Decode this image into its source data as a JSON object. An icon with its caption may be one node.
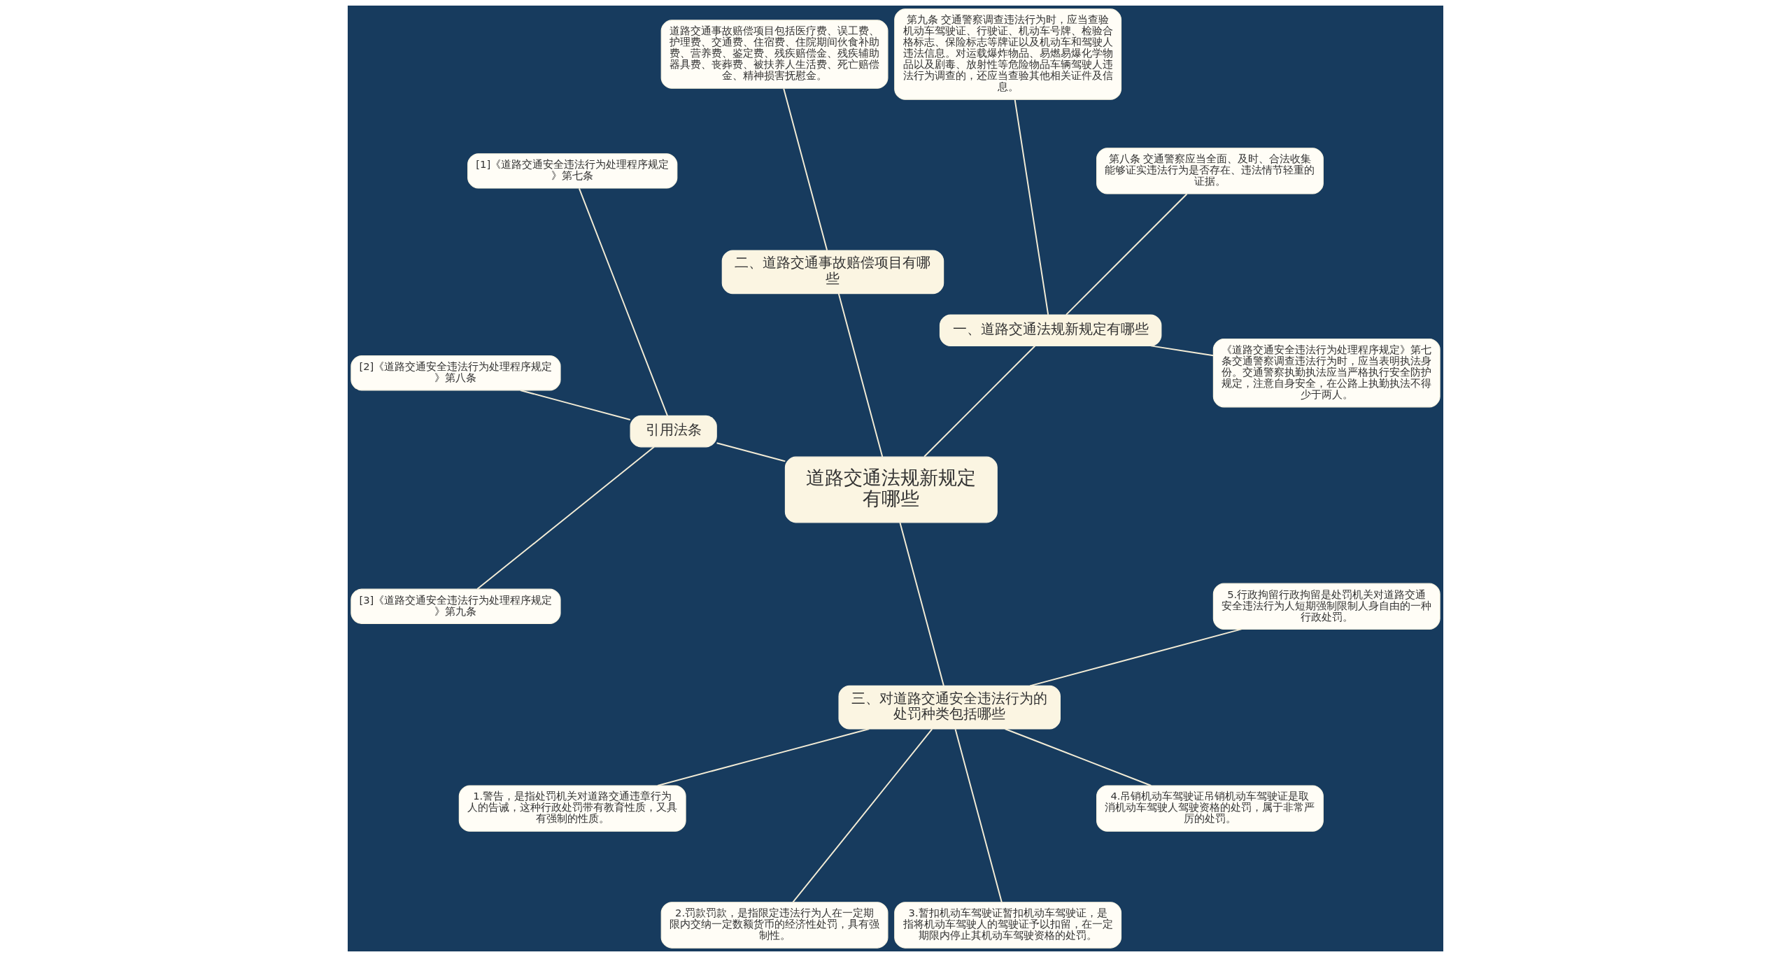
{
  "diagram": {
    "nodes": [
      {
        "text": [
          "道路交通法规新规定有哪些"
        ]
      },
      {
        "text": [
          "一、道路交通法规新规定有哪些"
        ]
      },
      {
        "text": [
          "《道路交通安全违法行为处理程序规定》第七条交通警察调查违法行为时，应当表明执法身份。交通警察执勤执法应当严格执行安全防护规定，注意自身安全，在公路上执勤执法不得少于两人。"
        ]
      },
      {
        "text": [
          "第八条 交通警察应当全面、及时、合法收集能够证实违法行为是否存在、违法情节轻重的证据。"
        ]
      },
      {
        "text": [
          "第九条 交通警察调查违法行为时，应当查验机动车驾驶证、行驶证、机动车号牌、检验合格标志、保险标志等牌证以及机动车和驾驶人违法信息。对运载爆炸物品、易燃易爆化学物品以及剧毒、放射性等危险物品车辆驾驶人违法行为调查的，还应当查验其他相关证件及信息。"
        ]
      },
      {
        "text": [
          "二、道路交通事故赔偿项目有哪些"
        ]
      },
      {
        "text": [
          "道路交通事故赔偿项目包括医疗费、误工费、护理费、交通费、住宿费、住院期间伙食补助费、营养费、鉴定费、残疾赔偿金、残疾辅助器具费、丧葬费、被扶养人生活费、死亡赔偿金、精神损害抚慰金。"
        ]
      },
      {
        "text": [
          "引用法条"
        ]
      },
      {
        "text": [
          "[1]《道路交通安全违法行为处理程序规定》第七条"
        ]
      },
      {
        "text": [
          "[2]《道路交通安全违法行为处理程序规定》第八条"
        ]
      },
      {
        "text": [
          "[3]《道路交通安全违法行为处理程序规定》第九条"
        ]
      },
      {
        "text": [
          "三、对道路交通安全违法行为的处罚种类包括哪些"
        ]
      },
      {
        "text": [
          "1.警告，是指处罚机关对道路交通违章行为人的告诫，这种行政处罚带有教育性质，又具有强制的性质。"
        ]
      },
      {
        "text": [
          "2.罚款罚款，是指限定违法行为人在一定期限内交纳一定数额货币的经济性处罚，具有强制性。"
        ]
      },
      {
        "text": [
          "3.暂扣机动车驾驶证暂扣机动车驾驶证，是指将机动车驾驶人的驾驶证予以扣留，在一定期限内停止其机动车驾驶资格的处罚。"
        ]
      },
      {
        "text": [
          "4.吊销机动车驾驶证吊销机动车驾驶证是取消机动车驾驶人驾驶资格的处罚，属于非常严厉的处罚。"
        ]
      },
      {
        "text": [
          "5.行政拘留行政拘留是处罚机关对道路交通安全违法行为人短期强制限制人身自由的一种行政处罚。"
        ]
      }
    ],
    "edges": [
      {
        "from": 0,
        "to": 1,
        "arrow": "none"
      },
      {
        "from": 1,
        "to": 2,
        "arrow": "none"
      },
      {
        "from": 1,
        "to": 3,
        "arrow": "none"
      },
      {
        "from": 1,
        "to": 4,
        "arrow": "none"
      },
      {
        "from": 0,
        "to": 5,
        "arrow": "none"
      },
      {
        "from": 5,
        "to": 6,
        "arrow": "none"
      },
      {
        "from": 0,
        "to": 7,
        "arrow": "none"
      },
      {
        "from": 7,
        "to": 8,
        "arrow": "none"
      },
      {
        "from": 7,
        "to": 9,
        "arrow": "none"
      },
      {
        "from": 7,
        "to": 10,
        "arrow": "none"
      },
      {
        "from": 0,
        "to": 11,
        "arrow": "none"
      },
      {
        "from": 11,
        "to": 12,
        "arrow": "none"
      },
      {
        "from": 11,
        "to": 13,
        "arrow": "none"
      },
      {
        "from": 11,
        "to": 14,
        "arrow": "none"
      },
      {
        "from": 11,
        "to": 15,
        "arrow": "none"
      },
      {
        "from": 11,
        "to": 16,
        "arrow": "none"
      }
    ]
  }
}
